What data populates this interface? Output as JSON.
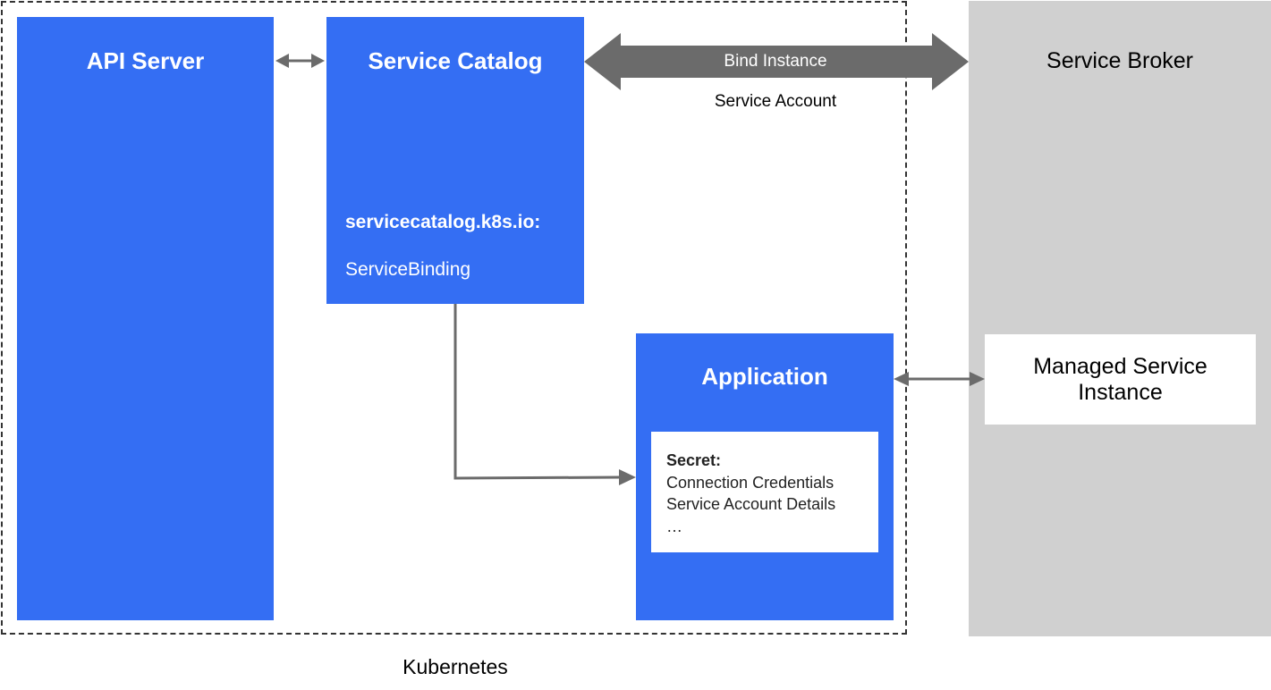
{
  "api_server": {
    "title": "API Server"
  },
  "service_catalog": {
    "title": "Service Catalog",
    "api_group": "servicecatalog.k8s.io:",
    "resource": "ServiceBinding"
  },
  "application": {
    "title": "Application",
    "secret": {
      "title": "Secret:",
      "lines": [
        "Connection Credentials",
        "Service Account Details",
        "…"
      ]
    }
  },
  "service_broker": {
    "title": "Service Broker",
    "managed_instance": {
      "line1": "Managed Service",
      "line2": "Instance"
    }
  },
  "bind_arrow": {
    "label": "Bind Instance",
    "sublabel": "Service Account"
  },
  "kubernetes": {
    "label": "Kubernetes"
  },
  "colors": {
    "blue": "#346ef3",
    "gray_panel": "#d0d0d0",
    "arrow": "#6b6b6b"
  }
}
